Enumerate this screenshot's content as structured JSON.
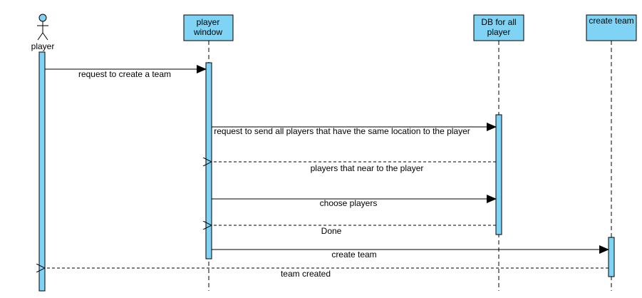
{
  "participants": {
    "player": {
      "label": "player"
    },
    "player_window": {
      "line1": "player",
      "line2": "window"
    },
    "db": {
      "line1": "DB for all",
      "line2": "player"
    },
    "create_team": {
      "label": "create team"
    }
  },
  "messages": {
    "m1": "request to create a team",
    "m2": "request to send all players that have the same location to the player",
    "m3": "players that near to the player",
    "m4": "choose players",
    "m5": "Done",
    "m6": "create team",
    "m7": "team created"
  },
  "colors": {
    "participant_fill": "#7fd4f5",
    "activation_fill": "#7fd4f5",
    "line": "#000000"
  }
}
